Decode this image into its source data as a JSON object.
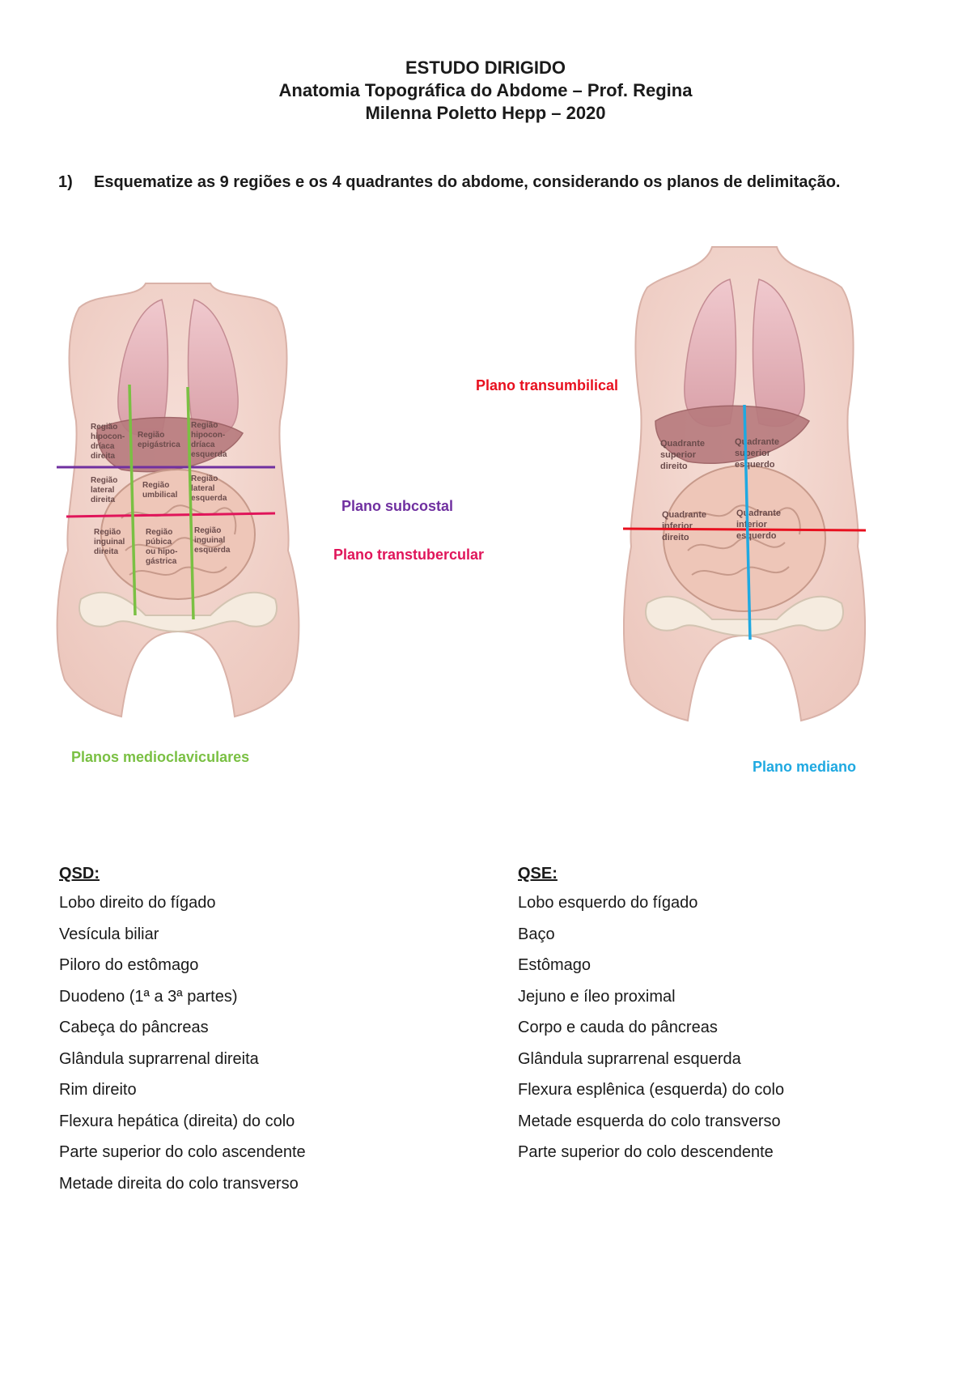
{
  "header": {
    "line1": "ESTUDO DIRIGIDO",
    "line2": "Anatomia Topográfica do Abdome – Prof. Regina",
    "line3": "Milenna Poletto Hepp – 2020"
  },
  "question": {
    "number": "1)",
    "text": "Esquematize as 9 regiões e os 4 quadrantes do abdome, considerando os planos de delimitação."
  },
  "figure_regions": {
    "cells": [
      [
        "Região",
        "hipocon-",
        "dríaca",
        "direita"
      ],
      [
        "Região",
        "epigástrica"
      ],
      [
        "Região",
        "hipocon-",
        "dríaca",
        "esquerda"
      ],
      [
        "Região",
        "lateral",
        "direita"
      ],
      [
        "Região",
        "umbilical"
      ],
      [
        "Região",
        "lateral",
        "esquerda"
      ],
      [
        "Região",
        "inguinal",
        "direita"
      ],
      [
        "Região",
        "púbica",
        "ou hipo-",
        "gástrica"
      ],
      [
        "Região",
        "inguinal",
        "esquerda"
      ]
    ]
  },
  "figure_quadrants": {
    "cells": [
      [
        "Quadrante",
        "superior",
        "direito"
      ],
      [
        "Quadrante",
        "superior",
        "esquerdo"
      ],
      [
        "Quadrante",
        "inferior",
        "direito"
      ],
      [
        "Quadrante",
        "inferior",
        "esquerdo"
      ]
    ]
  },
  "planes": {
    "transumbilical": "Plano transumbilical",
    "subcostal": "Plano subcostal",
    "transtubercular": "Plano transtubercular",
    "medioclaviculares": "Planos medioclaviculares",
    "mediano": "Plano mediano"
  },
  "colors": {
    "transumbilical": "#e8101f",
    "subcostal": "#7030a0",
    "transtubercular": "#e0155a",
    "medioclaviculares": "#7ac043",
    "mediano": "#1fa9e1"
  },
  "qsd": {
    "heading": "QSD:",
    "items": [
      "Lobo direito do fígado",
      "Vesícula biliar",
      "Piloro do estômago",
      "Duodeno (1ª a 3ª partes)",
      "Cabeça do pâncreas",
      "Glândula suprarrenal direita",
      "Rim direito",
      "Flexura hepática (direita) do colo",
      "Parte superior do colo ascendente",
      "Metade direita do colo transverso"
    ]
  },
  "qse": {
    "heading": "QSE:",
    "items": [
      "Lobo esquerdo do fígado",
      "Baço",
      "Estômago",
      "Jejuno e íleo proximal",
      "Corpo e cauda do pâncreas",
      "Glândula suprarrenal esquerda",
      "Flexura esplênica (esquerda) do colo",
      "Metade esquerda do colo transverso",
      "Parte superior do colo descendente"
    ]
  }
}
